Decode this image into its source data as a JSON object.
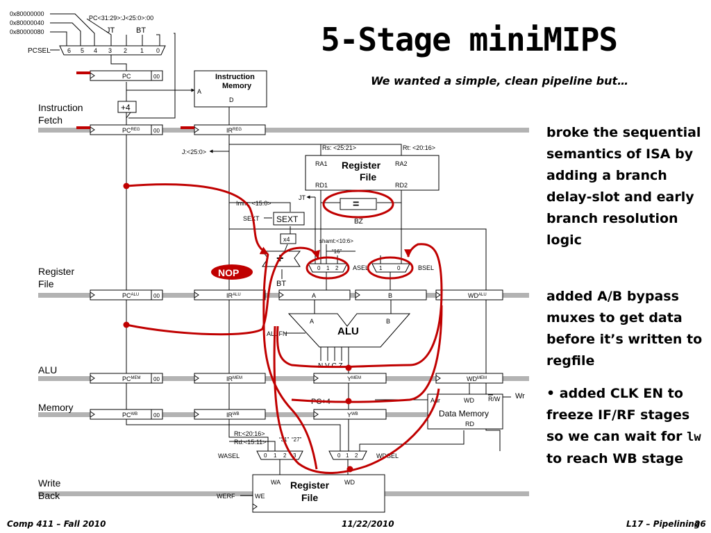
{
  "slide": {
    "title": "5-Stage miniMIPS",
    "subtitle": "We wanted a simple, clean pipeline but…"
  },
  "notes": {
    "note1": "broke the sequential semantics of ISA by adding a branch delay-slot and early branch resolution logic",
    "note2": "added A/B bypass muxes to get data before it’s written to regfile",
    "note3_part1": "• added CLK EN to freeze IF/RF stages so we can wait for",
    "note3_code": "lw",
    "note3_part2": " to reach WB stage"
  },
  "footer": {
    "left": "Comp 411 – Fall 2010",
    "center": "11/22/2010",
    "right": "L17 – Pipelining",
    "page": "26"
  },
  "diagram": {
    "pc_const_1": "0x80000000",
    "pc_const_2": "0x80000040",
    "pc_const_3": "0x80000080",
    "pc_concat": "PC<31:29>:J<25:0>:00",
    "jt": "JT",
    "bt": "BT",
    "pcsel": "PCSEL",
    "pcsel_inputs": [
      "6",
      "5",
      "4",
      "3",
      "2",
      "1",
      "0"
    ],
    "pc": "PC",
    "zeros": "00",
    "imem_title1": "Instruction",
    "imem_title2": "Memory",
    "imem_a": "A",
    "imem_d": "D",
    "plus4": "+4",
    "stage_if1": "Instruction",
    "stage_if2": "Fetch",
    "stage_rf1": "Register",
    "stage_rf2": "File",
    "stage_alu": "ALU",
    "stage_mem": "Memory",
    "stage_wb1": "Write",
    "stage_wb2": "Back",
    "pc_label": "PC",
    "ir_label": "IR",
    "sup_reg": "REG",
    "sup_alu": "ALU",
    "sup_mem": "MEM",
    "sup_wb": "WB",
    "j_field": "J:<25:0>",
    "rs_field": "Rs: <25:21>",
    "rt_field": "Rt: <20:16>",
    "rf_ra1": "RA1",
    "rf_ra2": "RA2",
    "rf_rd1": "RD1",
    "rf_rd2": "RD2",
    "rf_title1": "Register",
    "rf_title2": "File",
    "imm_field": "Imm: <15:0>",
    "sext_sel": "SEXT",
    "sext_box": "SEXT",
    "x4": "x4",
    "plus": "+",
    "eq": "=",
    "bz": "BZ",
    "shamt": "shamt:<10:6>",
    "const16": "“16”",
    "asel_inputs": [
      "0",
      "1",
      "2"
    ],
    "asel": "ASEL",
    "bsel_inputs": [
      "1",
      "0"
    ],
    "bsel": "BSEL",
    "nop": "NOP",
    "a_label": "A",
    "b_label": "B",
    "wd_label": "WD",
    "alu_a": "A",
    "alu_b": "B",
    "alu_title": "ALU",
    "alufn": "ALUFN",
    "nvcz": "N V C Z",
    "y_label": "Y",
    "pc4": "PC+4",
    "dm_adr": "Adr",
    "dm_wd": "WD",
    "dm_rw": "R/W",
    "dm_wr": "Wr",
    "dm_title": "Data Memory",
    "dm_rd": "RD",
    "rt_field2": "Rt:<20:16>",
    "rd_field": "Rd:<15:11>",
    "const31": "“31”",
    "const27": "“27”",
    "wasel": "WASEL",
    "wasel_inputs": [
      "0",
      "1",
      "2",
      "3"
    ],
    "wdsel": "WDSEL",
    "wdsel_inputs": [
      "0",
      "1",
      "2"
    ],
    "wb_wa": "WA",
    "wb_wd": "WD",
    "wb_we": "WE",
    "werf": "WERF",
    "wb_title1": "Register",
    "wb_title2": "File"
  }
}
